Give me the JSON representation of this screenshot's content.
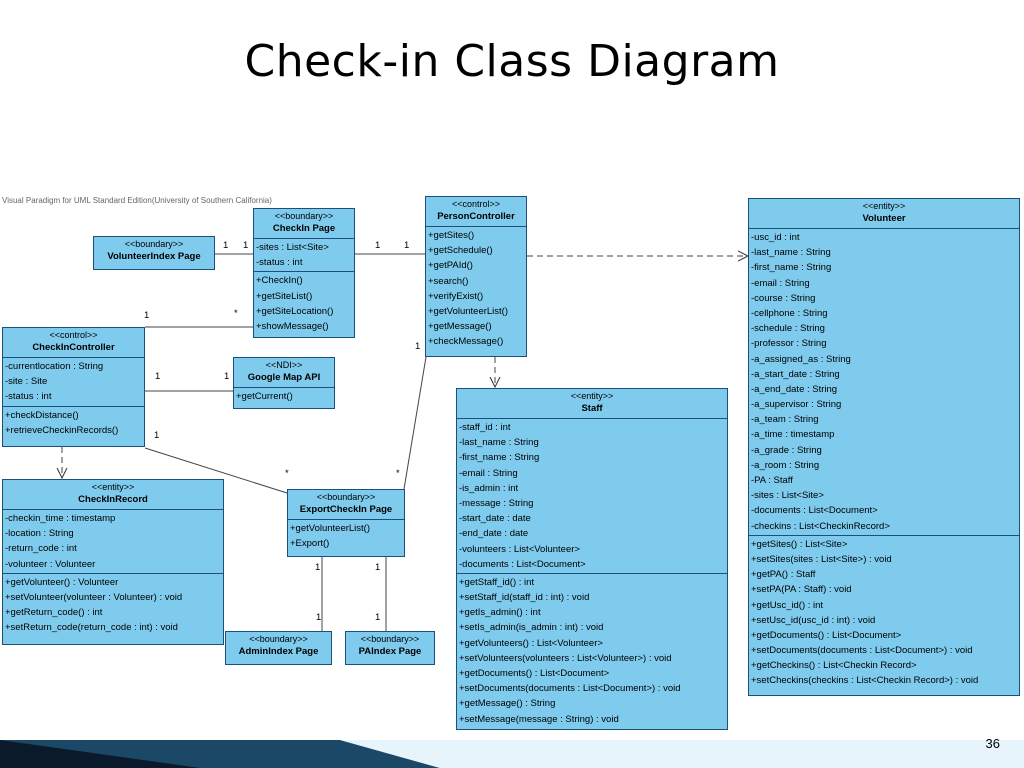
{
  "title": "Check-in Class Diagram",
  "watermark": "Visual Paradigm for UML Standard Edition(University of Southern California)",
  "page_number": "36",
  "classes": {
    "checkin_page": {
      "stereotype": "<<boundary>>",
      "name": "CheckIn Page",
      "attributes": [
        "-sites : List<Site>",
        "-status : int"
      ],
      "operations": [
        "+CheckIn()",
        "+getSiteList()",
        "+getSiteLocation()",
        "+showMessage()"
      ]
    },
    "person_controller": {
      "stereotype": "<<control>>",
      "name": "PersonController",
      "attributes": [],
      "operations": [
        "+getSites()",
        "+getSchedule()",
        "+getPAId()",
        "+search()",
        "+verifyExist()",
        "+getVolunteerList()",
        "+getMessage()",
        "+checkMessage()"
      ]
    },
    "volunteer_index_page": {
      "stereotype": "<<boundary>>",
      "name": "VolunteerIndex Page"
    },
    "checkin_controller": {
      "stereotype": "<<control>>",
      "name": "CheckInController",
      "attributes": [
        "-currentlocation : String",
        "-site : Site",
        "-status : int"
      ],
      "operations": [
        "+checkDistance()",
        "+retrieveCheckinRecords()"
      ]
    },
    "google_map_api": {
      "stereotype": "<<NDI>>",
      "name": "Google Map API",
      "operations": [
        "+getCurrent()"
      ]
    },
    "checkin_record": {
      "stereotype": "<<entity>>",
      "name": "CheckInRecord",
      "attributes": [
        "-checkin_time : timestamp",
        "-location : String",
        "-return_code : int",
        "-volunteer : Volunteer"
      ],
      "operations": [
        "+getVolunteer() : Volunteer",
        "+setVolunteer(volunteer : Volunteer) : void",
        "+getReturn_code() : int",
        "+setReturn_code(return_code : int) : void"
      ]
    },
    "export_checkin_page": {
      "stereotype": "<<boundary>>",
      "name": "ExportCheckIn Page",
      "operations": [
        "+getVolunteerList()",
        "+Export()"
      ]
    },
    "admin_index_page": {
      "stereotype": "<<boundary>>",
      "name": "AdminIndex Page"
    },
    "pa_index_page": {
      "stereotype": "<<boundary>>",
      "name": "PAIndex Page"
    },
    "staff": {
      "stereotype": "<<entity>>",
      "name": "Staff",
      "attributes": [
        "-staff_id : int",
        "-last_name : String",
        "-first_name : String",
        "-email : String",
        "-is_admin : int",
        "-message : String",
        "-start_date : date",
        "-end_date : date",
        "-volunteers : List<Volunteer>",
        "-documents : List<Document>"
      ],
      "operations": [
        "+getStaff_id() : int",
        "+setStaff_id(staff_id : int) : void",
        "+getIs_admin() : int",
        "+setIs_admin(is_admin : int) : void",
        "+getVolunteers() : List<Volunteer>",
        "+setVolunteers(volunteers : List<Volunteer>) : void",
        "+getDocuments() : List<Document>",
        "+setDocuments(documents : List<Document>) : void",
        "+getMessage() : String",
        "+setMessage(message : String) : void"
      ]
    },
    "volunteer": {
      "stereotype": "<<entity>>",
      "name": "Volunteer",
      "attributes": [
        "-usc_id : int",
        "-last_name : String",
        "-first_name : String",
        "-email : String",
        "-course : String",
        "-cellphone : String",
        "-schedule : String",
        "-professor : String",
        "-a_assigned_as : String",
        "-a_start_date : String",
        "-a_end_date : String",
        "-a_supervisor : String",
        "-a_team : String",
        "-a_time : timestamp",
        "-a_grade : String",
        "-a_room : String",
        "-PA : Staff",
        "-sites : List<Site>",
        "-documents : List<Document>",
        "-checkins : List<CheckinRecord>"
      ],
      "operations": [
        "+getSites() : List<Site>",
        "+setSites(sites : List<Site>) : void",
        "+getPA() : Staff",
        "+setPA(PA : Staff) : void",
        "+getUsc_id() : int",
        "+setUsc_id(usc_id : int) : void",
        "+getDocuments() : List<Document>",
        "+setDocuments(documents : List<Document>) : void",
        "+getCheckins() : List<Checkin Record>",
        "+setCheckins(checkins : List<Checkin Record>) : void"
      ]
    }
  },
  "multiplicities": [
    "1",
    "1",
    "1",
    "1",
    "1",
    "*",
    "1",
    "1",
    "1",
    "1",
    "*",
    "*",
    "1",
    "1",
    "1",
    "1"
  ],
  "colors": {
    "class_fill": "#7ecbee",
    "class_border": "#1c4f7a",
    "bar_dark": "#0a1a2a",
    "bar_blue": "#3aa0d8"
  }
}
